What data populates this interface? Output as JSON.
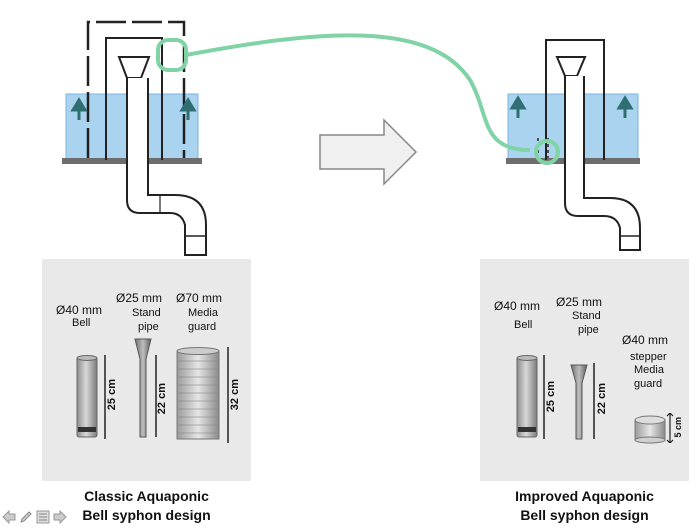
{
  "classic": {
    "caption_line1": "Classic Aquaponic",
    "caption_line2": "Bell syphon design",
    "bell": {
      "diameter": "Ø40 mm",
      "name": "Bell",
      "height": "25 cm"
    },
    "stand_pipe": {
      "diameter": "Ø25 mm",
      "name_line1": "Stand",
      "name_line2": "pipe",
      "height": "22 cm"
    },
    "media_guard": {
      "diameter": "Ø70 mm",
      "name_line1": "Media",
      "name_line2": "guard",
      "height": "32 cm"
    }
  },
  "improved": {
    "caption_line1": "Improved Aquaponic",
    "caption_line2": "Bell syphon design",
    "bell": {
      "diameter": "Ø40 mm",
      "name": "Bell",
      "height": "25 cm"
    },
    "stand_pipe": {
      "diameter": "Ø25 mm",
      "name_line1": "Stand",
      "name_line2": "pipe",
      "height": "22 cm"
    },
    "media_guard": {
      "diameter": "Ø40 mm",
      "name_line0": "stepper",
      "name_line1": "Media",
      "name_line2": "guard",
      "height": "5 cm"
    }
  },
  "colors": {
    "water": "#a9d3ee",
    "water_edge": "#5f9fcf",
    "highlight": "#7fd3a5",
    "panel": "#e9e9e9",
    "arrow_up": "#2f6f73"
  },
  "icons": [
    "back-arrow-icon",
    "pen-icon",
    "menu-icon",
    "forward-arrow-icon"
  ]
}
